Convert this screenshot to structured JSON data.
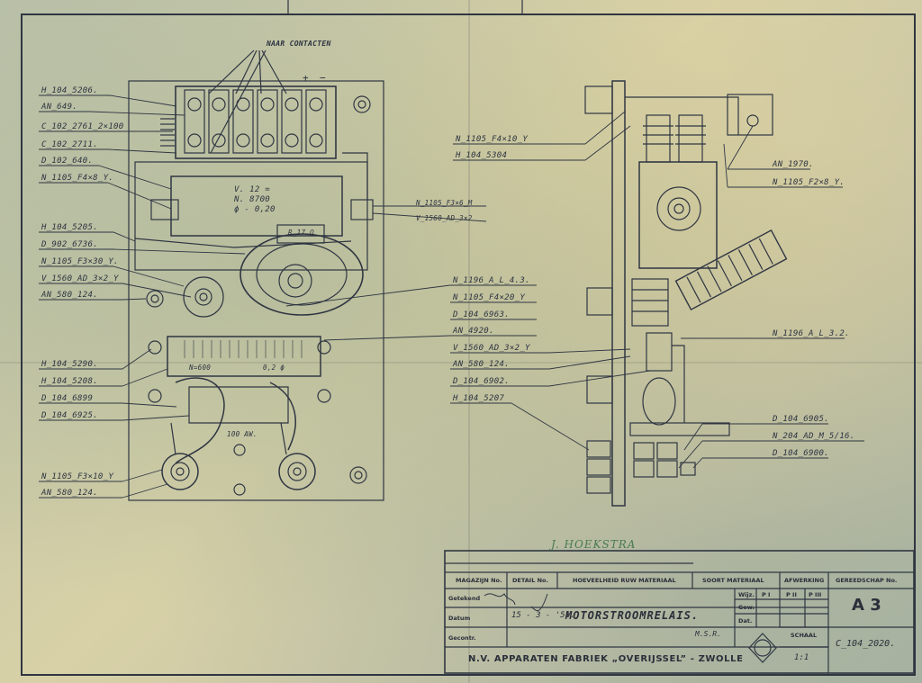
{
  "header": {
    "contacts_label": "NAAR CONTACTEN",
    "plus": "+",
    "minus": "−"
  },
  "left_labels": [
    "H_104_5206.",
    "AN_649.",
    "C_102_2761_2×100",
    "C_102_2711.",
    "D_102_640.",
    "N_1105_F4×8_Y.",
    "H_104_5205.",
    "D_902_6736.",
    "N_1105_F3×30_Y.",
    "V_1560_AD_3×2_Y",
    "AN_580_124.",
    "H_104_5290.",
    "H_104_5208.",
    "D_104_6899",
    "D_104_6925.",
    "N_1105_F3×10_Y",
    "AN_580_124."
  ],
  "center_labels": [
    "N_1105_F3×6_M",
    "V_1560_AD_3×2",
    "N_1196_A_L_4.3.",
    "N_1105_F4×20_Y",
    "D_104_6963.",
    "AN_4920.",
    "V_1560_AD_3×2_Y",
    "AN_580_124.",
    "D_104_6902.",
    "H_104_5207",
    "N_1105_F4×10_Y",
    "H_104_5304"
  ],
  "right_labels": [
    "AN_1970.",
    "N_1105_F2×8_Y.",
    "N_1196_A_L_3.2.",
    "D_104_6905.",
    "N_204_AD_M_5/16.",
    "D_104_6900."
  ],
  "coil_text": {
    "line1": "V. 12 =",
    "line2": "N. 8700",
    "line3": "ϕ - 0,20",
    "r_label": "R_17 Ω"
  },
  "resistor_text": {
    "left": "N=600",
    "right": "0,2 ϕ",
    "aw": "100 AW."
  },
  "signature": "J. HOEKSTRA",
  "title_block": {
    "col_magazijn": "MAGAZIJN No.",
    "col_detail": "DETAIL No.",
    "col_hoeveelheid": "HOEVEELHEID RUW MATERIAAL",
    "col_soort": "SOORT MATERIAAL",
    "col_afwerking": "AFWERKING",
    "col_gereedschap": "GEREEDSCHAP No.",
    "row_getekend": "Getekend",
    "row_datum": "Datum",
    "row_gecontr": "Gecontr.",
    "datum_value": "15 - 3 - '51.",
    "title": "MOTORSTROOMRELAIS.",
    "initials": "M.S.R.",
    "wijz": "Wijz.",
    "gew": "Gew.",
    "dat": "Dat.",
    "p1": "P I",
    "p2": "P II",
    "p3": "P III",
    "schaal_label": "SCHAAL",
    "schaal_value": "1:1",
    "sheet_size": "A 3",
    "drawing_number": "C_104_2020.",
    "company": "N.V. APPARATEN FABRIEK „OVERIJSSEL” - ZWOLLE"
  },
  "colors": {
    "ink": "#2c3340",
    "signature": "#4a7a55",
    "paper": "#cfc9a6"
  }
}
